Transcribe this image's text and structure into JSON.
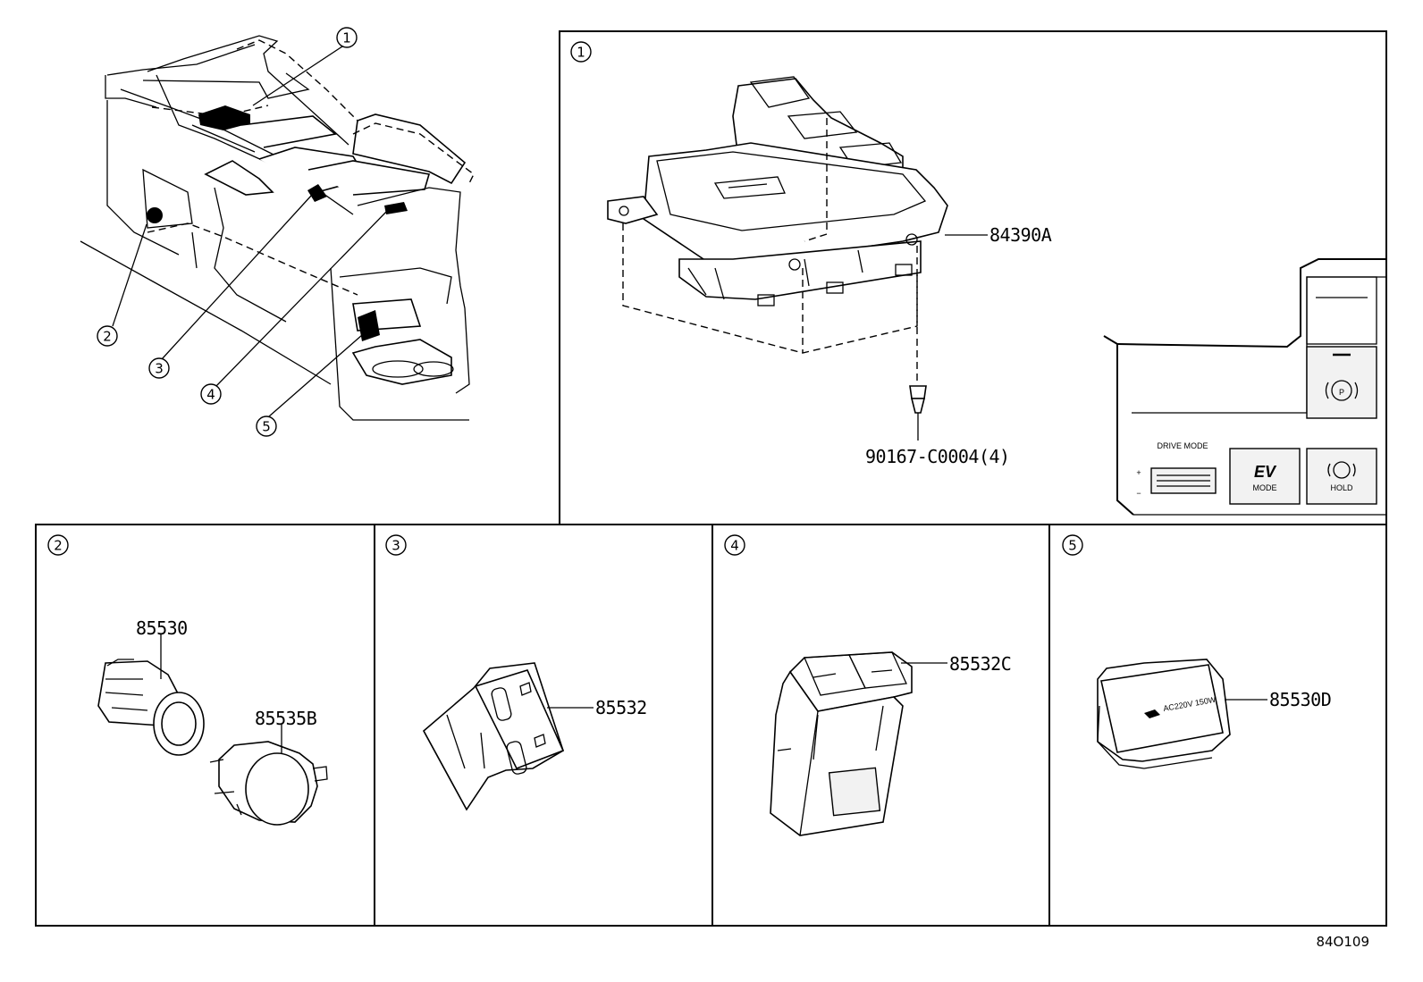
{
  "callouts": [
    "1",
    "2",
    "3",
    "4",
    "5"
  ],
  "panels": [
    {
      "index": "1",
      "parts": [
        "84390A",
        "90167-C0004(4)"
      ]
    },
    {
      "index": "2",
      "parts": [
        "85530",
        "85535B"
      ]
    },
    {
      "index": "3",
      "parts": [
        "85532"
      ]
    },
    {
      "index": "4",
      "parts": [
        "85532C"
      ]
    },
    {
      "index": "5",
      "parts": [
        "85530D"
      ]
    }
  ],
  "switch_panel": {
    "drive_mode": "DRIVE MODE",
    "ev": "EV",
    "ev_mode": "MODE",
    "hold": "HOLD",
    "parking_symbol": "P"
  },
  "outlet_label": "AC220V 150W",
  "diagram_code": "84O109"
}
